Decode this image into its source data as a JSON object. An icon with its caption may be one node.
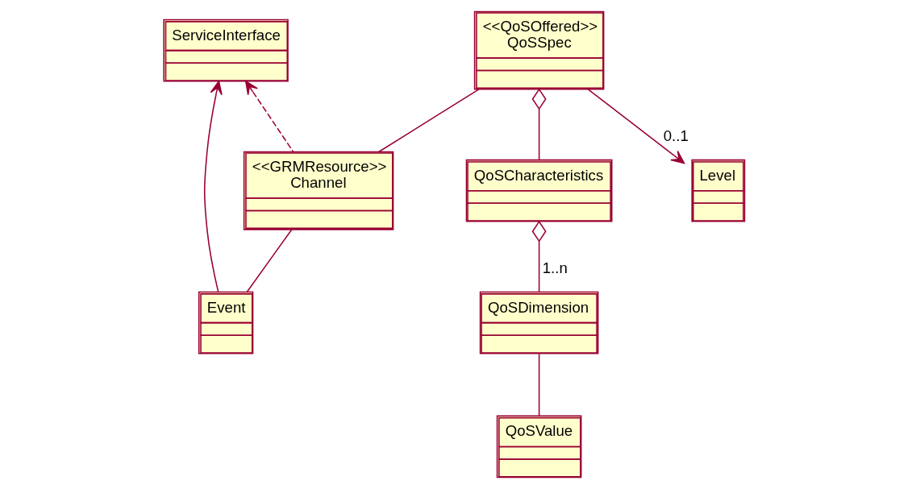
{
  "diagram": {
    "nodes": [
      {
        "text": [
          "ServiceInterface"
        ]
      },
      {
        "text": [
          "<<QoSOffered>>",
          "QoSSpec"
        ]
      },
      {
        "text": [
          "QoSCharacteristics"
        ]
      },
      {
        "text": [
          "<<GRMResource>>",
          "Channel"
        ]
      },
      {
        "text": [
          "Level"
        ]
      },
      {
        "text": [
          "QoSDimension"
        ]
      },
      {
        "text": [
          "Event"
        ]
      },
      {
        "text": [
          "QoSValue"
        ]
      }
    ],
    "edges": [
      {
        "from": 3,
        "to": 0,
        "arrow": "to",
        "style": "dashed"
      },
      {
        "from": 6,
        "to": 0,
        "arrow": "to"
      },
      {
        "from": 1,
        "to": 3,
        "arrow": "none"
      },
      {
        "from": 1,
        "to": 4,
        "arrow": "to",
        "label": "0..1"
      },
      {
        "from": 1,
        "to": 2,
        "arrow": "other"
      },
      {
        "from": 2,
        "to": 5,
        "arrow": "other",
        "label": "1..n"
      },
      {
        "from": 3,
        "to": 6,
        "arrow": "none"
      },
      {
        "from": 5,
        "to": 7,
        "arrow": "none"
      }
    ]
  }
}
